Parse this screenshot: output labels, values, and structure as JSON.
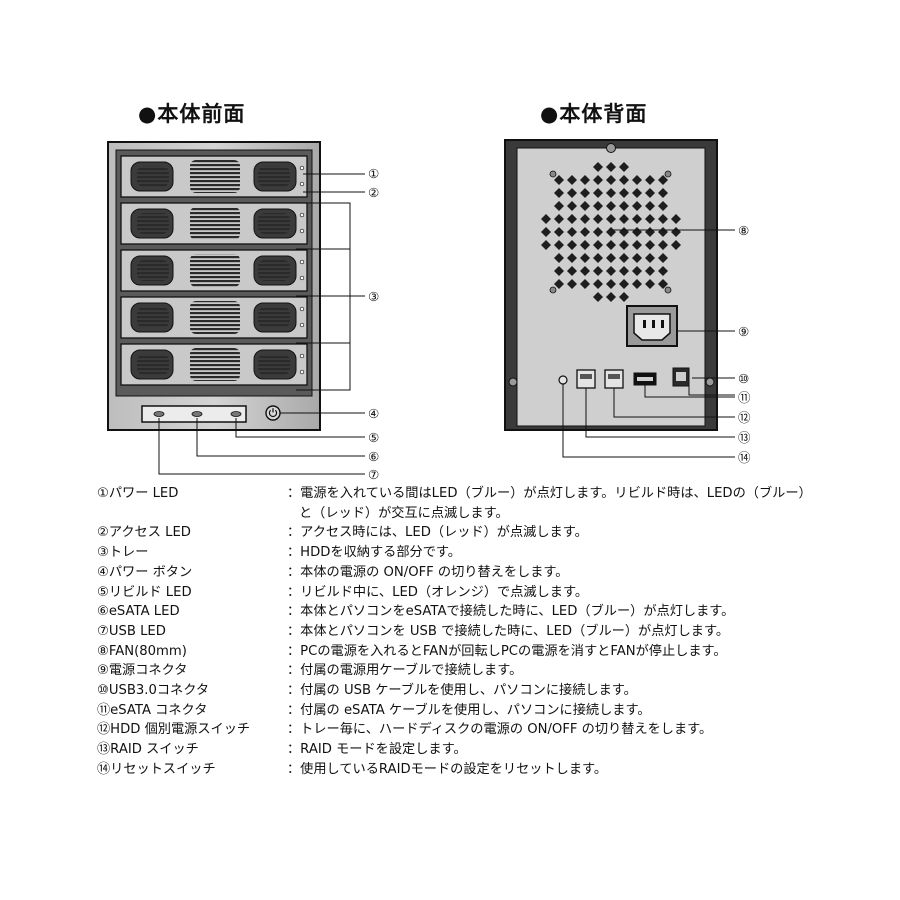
{
  "headings": {
    "front": "●本体前面",
    "back": "●本体背面"
  },
  "callouts": [
    "①",
    "②",
    "③",
    "④",
    "⑤",
    "⑥",
    "⑦",
    "⑧",
    "⑨",
    "⑩",
    "⑪",
    "⑫",
    "⑬",
    "⑭"
  ],
  "legend": [
    {
      "name": "①パワー LED",
      "desc": "：電源を入れている間はLED（ブルー）が点灯します。リビルド時は、LEDの（ブルー）と（レッド）が交互に点滅します。"
    },
    {
      "name": "②アクセス LED",
      "desc": "：アクセス時には、LED（レッド）が点滅します。"
    },
    {
      "name": "③トレー",
      "desc": "：HDDを収納する部分です。"
    },
    {
      "name": "④パワー ボタン",
      "desc": "：本体の電源の ON/OFF の切り替えをします。"
    },
    {
      "name": "⑤リビルド LED",
      "desc": "：リビルド中に、LED（オレンジ）で点滅します。"
    },
    {
      "name": "⑥eSATA  LED",
      "desc": "：本体とパソコンをeSATAで接続した時に、LED（ブルー）が点灯します。"
    },
    {
      "name": "⑦USB LED",
      "desc": "：本体とパソコンを USB で接続した時に、LED（ブルー）が点灯します。"
    },
    {
      "name": "⑧FAN(80mm)",
      "desc": "：PCの電源を入れるとFANが回転しPCの電源を消すとFANが停止します。"
    },
    {
      "name": "⑨電源コネクタ",
      "desc": "：付属の電源用ケーブルで接続します。"
    },
    {
      "name": "⑩USB3.0コネクタ",
      "desc": "：付属の USB ケーブルを使用し、パソコンに接続します。"
    },
    {
      "name": "⑪eSATA コネクタ",
      "desc": "：付属の eSATA ケーブルを使用し、パソコンに接続します。"
    },
    {
      "name": "⑫HDD 個別電源スイッチ",
      "desc": "：トレー毎に、ハードディスクの電源の ON/OFF の切り替えをします。"
    },
    {
      "name": "⑬RAID スイッチ",
      "desc": "：RAID モードを設定します。"
    },
    {
      "name": "⑭リセットスイッチ",
      "desc": "：使用しているRAIDモードの設定をリセットします。"
    }
  ]
}
